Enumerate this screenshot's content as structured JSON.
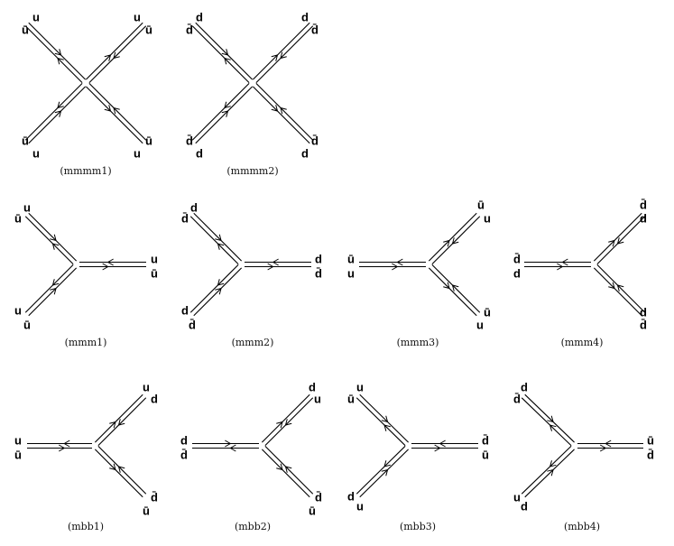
{
  "diagrams": [
    {
      "caption": "(mmmm1)",
      "legs": [
        [
          "ū",
          "u"
        ],
        [
          "u",
          "ū"
        ],
        [
          "ū",
          "u"
        ],
        [
          "u",
          "ū"
        ]
      ]
    },
    {
      "caption": "(mmmm2)",
      "legs": [
        [
          "d̄",
          "d"
        ],
        [
          "d",
          "d̄"
        ],
        [
          "d̄",
          "d"
        ],
        [
          "d",
          "d̄"
        ]
      ]
    },
    {
      "caption": "(mmm1)",
      "legs": [
        [
          "ū",
          "u"
        ],
        [
          "u",
          "ū"
        ],
        [
          "u",
          "ū"
        ]
      ]
    },
    {
      "caption": "(mmm2)",
      "legs": [
        [
          "d̄",
          "d"
        ],
        [
          "d",
          "d̄"
        ],
        [
          "d",
          "d̄"
        ]
      ]
    },
    {
      "caption": "(mmm3)",
      "legs": [
        [
          "ū",
          "u"
        ],
        [
          "ū",
          "u"
        ],
        [
          "u",
          "ū"
        ]
      ]
    },
    {
      "caption": "(mmm4)",
      "legs": [
        [
          "d̄",
          "d"
        ],
        [
          "d̄",
          "d"
        ],
        [
          "d",
          "d̄"
        ]
      ]
    },
    {
      "caption": "(mbb1)",
      "legs": [
        [
          "u",
          "ū"
        ],
        [
          "u",
          "d"
        ],
        [
          "ū",
          "d̄"
        ]
      ]
    },
    {
      "caption": "(mbb2)",
      "legs": [
        [
          "d",
          "d̄"
        ],
        [
          "d",
          "u"
        ],
        [
          "ū",
          "d̄"
        ]
      ]
    },
    {
      "caption": "(mbb3)",
      "legs": [
        [
          "ū",
          "u"
        ],
        [
          "d̄",
          "ū"
        ],
        [
          "d",
          "u"
        ]
      ]
    },
    {
      "caption": "(mbb4)",
      "legs": [
        [
          "d̄",
          "d"
        ],
        [
          "ū",
          "d̄"
        ],
        [
          "u",
          "d"
        ]
      ]
    }
  ]
}
